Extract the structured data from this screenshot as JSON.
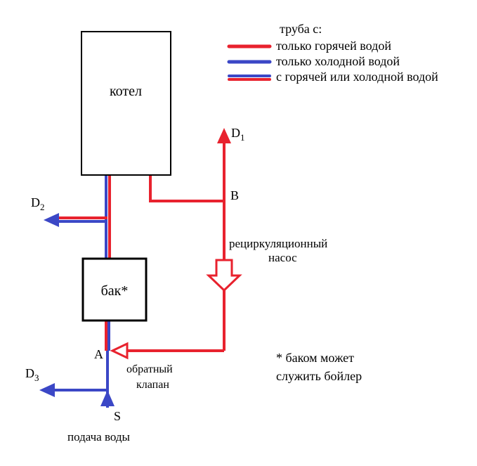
{
  "colors": {
    "hot": "#e8222e",
    "cold": "#3b47c6",
    "outline": "#000000",
    "background": "#ffffff"
  },
  "legend": {
    "title": "труба с:",
    "items": [
      {
        "text": "только горячей водой",
        "style": "hot"
      },
      {
        "text": "только холодной водой",
        "style": "cold"
      },
      {
        "text": "с горячей или холодной водой",
        "style": "mixed"
      }
    ]
  },
  "boiler": {
    "label": "котел"
  },
  "tank": {
    "label": "бак*"
  },
  "points": {
    "d1": {
      "main": "D",
      "sub": "1"
    },
    "d2": {
      "main": "D",
      "sub": "2"
    },
    "d3": {
      "main": "D",
      "sub": "3"
    },
    "b": "B",
    "a": "A",
    "s": "S"
  },
  "pump": {
    "line1": "рециркуляционный",
    "line2": "насос"
  },
  "check_valve": {
    "line1": "обратный",
    "line2": "клапан"
  },
  "supply": {
    "label": "подача воды"
  },
  "note": {
    "line1": "* баком может",
    "line2": "служить бойлер"
  }
}
